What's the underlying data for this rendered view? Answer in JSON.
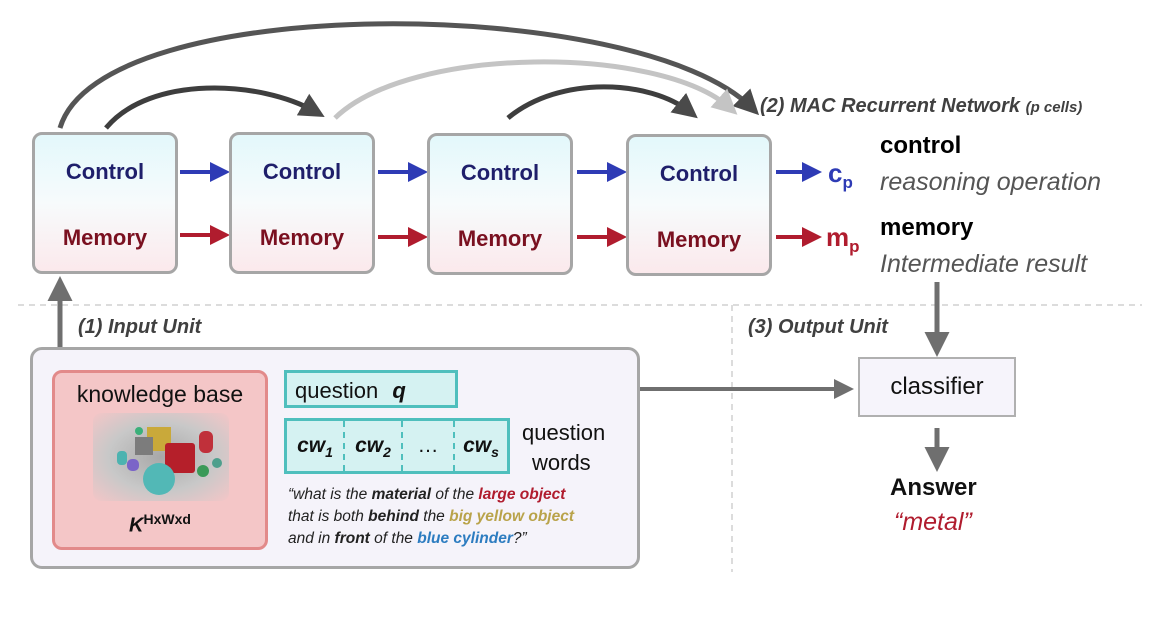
{
  "cells": [
    {
      "control": "Control",
      "memory": "Memory"
    },
    {
      "control": "Control",
      "memory": "Memory"
    },
    {
      "control": "Control",
      "memory": "Memory"
    },
    {
      "control": "Control",
      "memory": "Memory"
    }
  ],
  "mac": {
    "title": "(2) MAC Recurrent Network",
    "subtitle": "(p cells)"
  },
  "outputs": {
    "c_symbol": "c",
    "c_sub": "p",
    "control_title": "control",
    "control_desc": "reasoning operation",
    "m_symbol": "m",
    "m_sub": "p",
    "memory_title": "memory",
    "memory_desc": "Intermediate result"
  },
  "input_unit": {
    "title": "(1) Input Unit",
    "kb_label": "knowledge base",
    "kb_symbol": "K",
    "kb_superscript": "HxWxd",
    "question_label": "question",
    "question_symbol": "q",
    "cw": [
      {
        "base": "cw",
        "sub": "1"
      },
      {
        "base": "cw",
        "sub": "2"
      },
      {
        "base": "…",
        "sub": ""
      },
      {
        "base": "cw",
        "sub": "s"
      }
    ],
    "words_label_1": "question",
    "words_label_2": "words",
    "quote": {
      "p1": "“what is the ",
      "b1": "material",
      "p2": " of the ",
      "r1": "large object",
      "p3": "that is both ",
      "b2": "behind",
      "p4": " the ",
      "y1": "big yellow object",
      "p5": "and in ",
      "b3": "front",
      "p6": " of the ",
      "bl1": "blue cylinder",
      "p7": "?”"
    }
  },
  "output_unit": {
    "title": "(3) Output Unit",
    "classifier": "classifier",
    "answer_title": "Answer",
    "answer_value": "“metal”"
  },
  "colors": {
    "control": "#2e3bb5",
    "memory": "#b01c2e",
    "answer": "#b01c2e",
    "yellow": "#b9a34a",
    "blue": "#2c7cc0"
  }
}
